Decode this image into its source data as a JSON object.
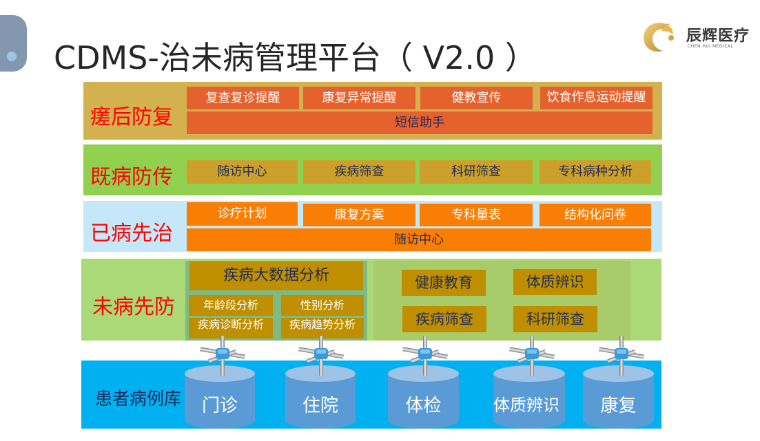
{
  "header": {
    "title": "CDMS-治未病管理平台（ V2.0 ）",
    "logo": {
      "name_cn": "辰辉医疗",
      "name_en": "CHEN HUI MEDICAL",
      "icon": "chenhui-logo-icon"
    }
  },
  "colors": {
    "band_post_recovery": "#d4b14f",
    "band_existing": "#92d050",
    "band_treat": "#c5e8f8",
    "band_prevent": "#acd977",
    "band_database": "#00b0f0",
    "label_red": "#ff0000",
    "cylinder": "#5b9bd5"
  },
  "layers": {
    "post_recovery": {
      "label": "瘥后防复",
      "items": [
        "复查复诊提醒",
        "康复异常提醒",
        "健教宣传",
        "饮食作息运动提醒"
      ],
      "wide_item": "短信助手"
    },
    "existing_disease": {
      "label": "既病防传",
      "items": [
        "随访中心",
        "疾病筛查",
        "科研筛查",
        "专科病种分析"
      ]
    },
    "treat_early": {
      "label": "已病先治",
      "items": [
        "诊疗计划",
        "康复方案",
        "专科量表",
        "结构化问卷"
      ],
      "wide_item": "随访中心"
    },
    "prevent": {
      "label": "未病先防",
      "big_data": {
        "title": "疾病大数据分析",
        "items": [
          "年龄段分析",
          "性别分析",
          "疾病诊断分析",
          "疾病趋势分析"
        ]
      },
      "services": [
        "健康教育",
        "体质辨识",
        "疾病筛查",
        "科研筛查"
      ]
    },
    "database": {
      "label": "患者病例库",
      "cylinders": [
        "门诊",
        "住院",
        "体检",
        "体质辨识",
        "康复"
      ]
    }
  }
}
